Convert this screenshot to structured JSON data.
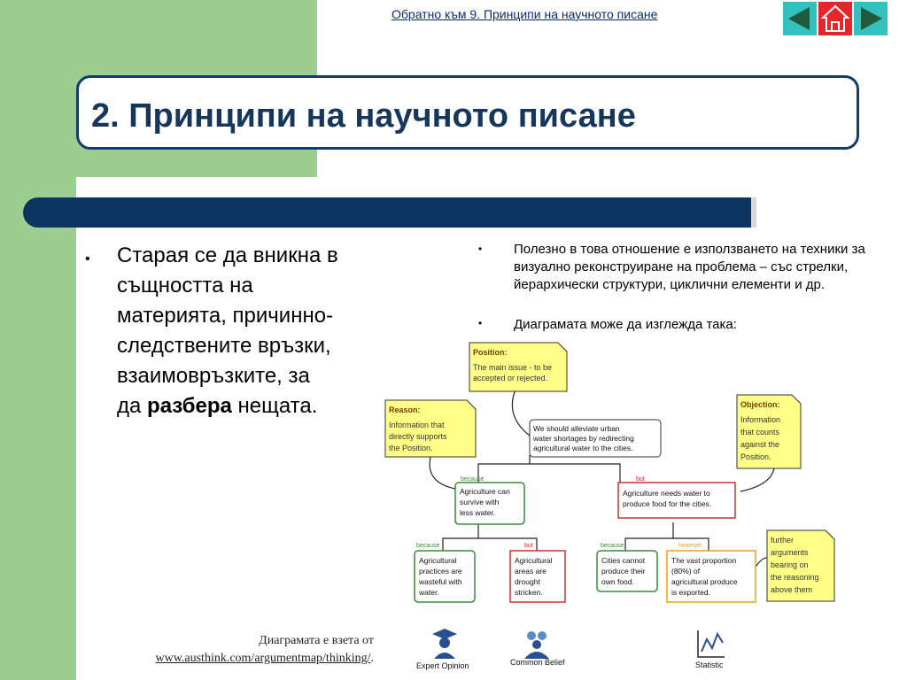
{
  "header": {
    "back_link": "Обратно към 9. Принципи на научното писане",
    "nav_prev": "previous-arrow-icon",
    "nav_home": "home-icon",
    "nav_next": "next-arrow-icon"
  },
  "title": "2. Принципи на научното писане",
  "left_bullet": {
    "bullet": "•",
    "text_before": "Старая се да вникна в същността на материята, причинно-следствените връзки, взаимовръзките, за да ",
    "bold": "разбера",
    "text_after": " нещата."
  },
  "right_bullets": [
    {
      "bullet": "•",
      "text": "Полезно в това отношение е използването на техники за визуално реконструиране на проблема – със стрелки, йерархически структури, циклични елементи и др."
    },
    {
      "bullet": "•",
      "text": "Диаграмата може да изглежда така:"
    }
  ],
  "diagram": {
    "position_note": {
      "title": "Position:",
      "lines": [
        "The main issue - to be",
        "accepted or rejected."
      ]
    },
    "reason_note": {
      "title": "Reason:",
      "lines": [
        "Information that",
        "directly supports",
        "the Position."
      ]
    },
    "objection_note": {
      "title": "Objection:",
      "lines": [
        "Information",
        "that counts",
        "against the",
        "Position."
      ]
    },
    "further_note": {
      "lines": [
        "further",
        "arguments",
        "bearing on",
        "the reasoning",
        "above them"
      ]
    },
    "main_claim": {
      "lines": [
        "We should alleviate urban",
        "water shortages by redirecting",
        "agricultural water to the cities."
      ]
    },
    "reason_box": {
      "lines": [
        "Agriculture can",
        "survive with",
        "less water."
      ]
    },
    "objection_box": {
      "lines": [
        "Agriculture needs water to",
        "produce food for the cities."
      ]
    },
    "leaf1": {
      "lines": [
        "Agricultural",
        "practices are",
        "wasteful with",
        "water."
      ]
    },
    "leaf2": {
      "lines": [
        "Agricultural",
        "areas are",
        "drought",
        "stricken."
      ]
    },
    "leaf3": {
      "lines": [
        "Cities cannot",
        "produce their",
        "own food."
      ]
    },
    "leaf4": {
      "lines": [
        "The vast proportion",
        "(80%) of",
        "agricultural produce",
        "is exported."
      ]
    },
    "labels": {
      "because": "because",
      "but": "but",
      "however": "however"
    },
    "icons": [
      {
        "name": "expert-opinion-icon",
        "label": "Expert Opinion"
      },
      {
        "name": "common-belief-icon",
        "label": "Common Belief"
      },
      {
        "name": "statistic-icon",
        "label": "Statistic"
      }
    ],
    "colors": {
      "green": "#3c8a3c",
      "red": "#d03030",
      "orange": "#e8a020",
      "note_yellow": "#ffff88"
    }
  },
  "credit": {
    "line1": "Диаграмата е взета от",
    "url": "www.austhink.com/argumentmap/thinking/",
    "suffix": "."
  }
}
